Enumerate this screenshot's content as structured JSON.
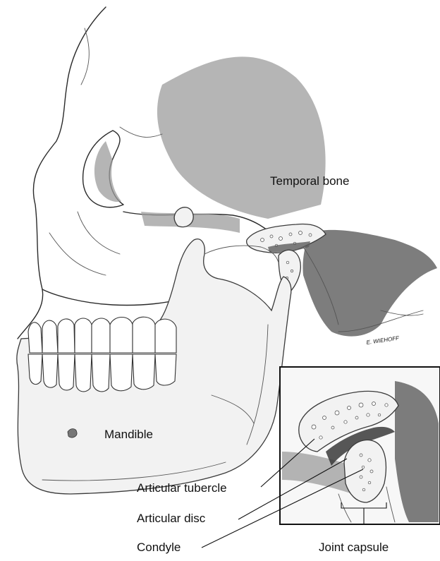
{
  "labels": {
    "temporal_bone": "Temporal bone",
    "mandible": "Mandible",
    "articular_tubercle": "Articular tubercle",
    "articular_disc": "Articular disc",
    "condyle": "Condyle",
    "joint_capsule": "Joint capsule"
  },
  "signature": "E. WIEHOFF"
}
